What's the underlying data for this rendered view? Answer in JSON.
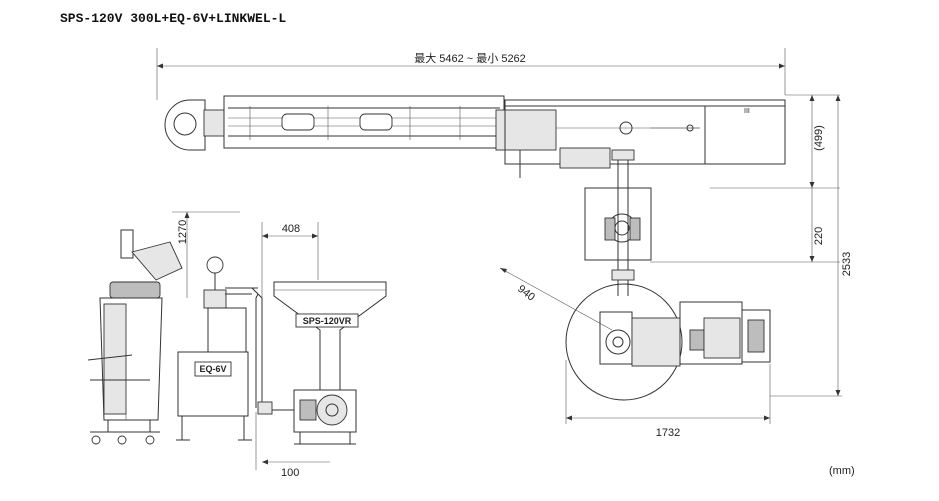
{
  "title": "SPS-120V 300L+EQ-6V+LINKWEL-L",
  "dimensions": {
    "overall_length": "最大 5462 ~ 最小 5262",
    "conveyor_height": "(499)",
    "mid_height": "220",
    "total_height": "2533",
    "tank_height": "1270",
    "offset_408": "408",
    "radius": "940",
    "base_width": "1732",
    "pipe_offset": "100"
  },
  "labels": {
    "hopper": "SPS-120VR",
    "tank": "EQ-6V"
  },
  "unit": "(mm)"
}
